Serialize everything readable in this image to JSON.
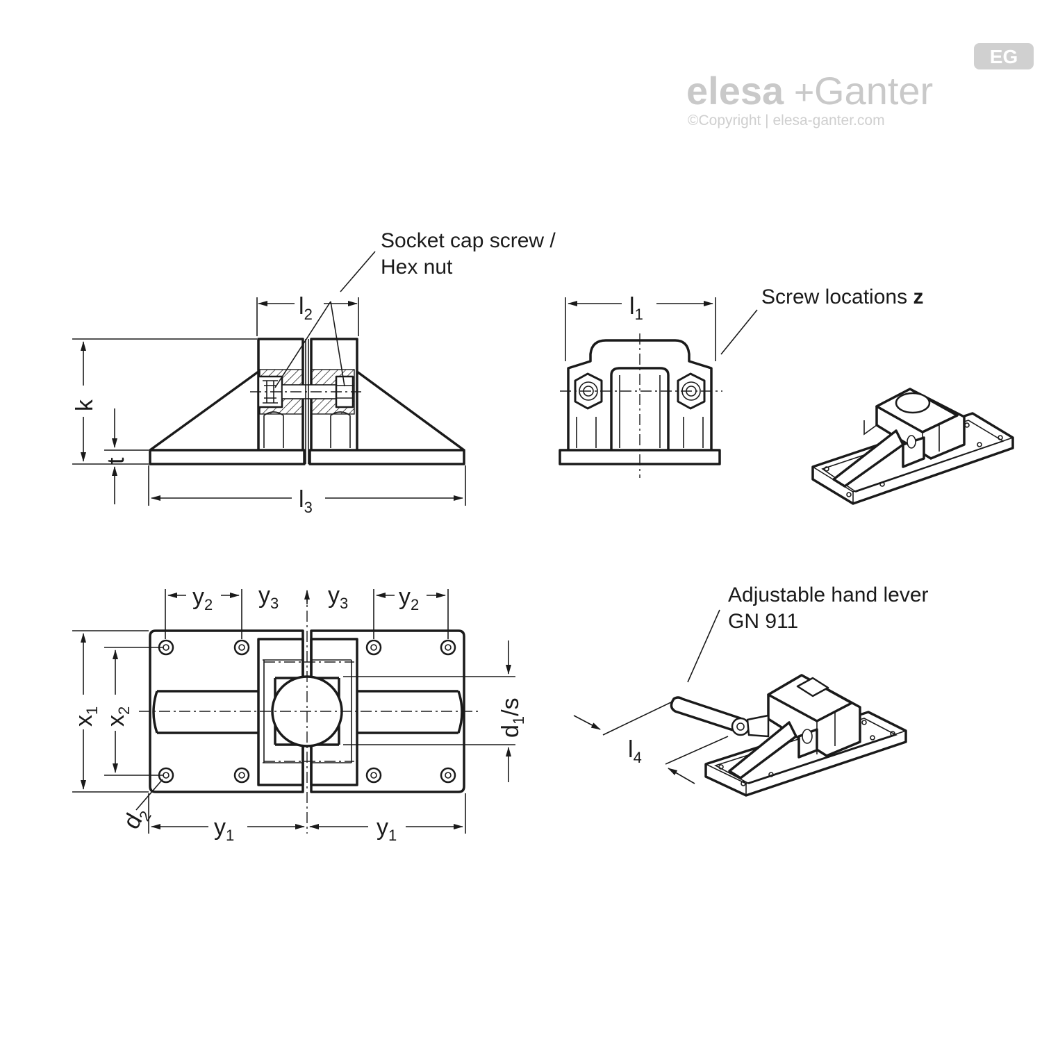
{
  "logo": {
    "brand_left": "elesa",
    "plus": "+",
    "brand_right": "Ganter",
    "badge": "EG",
    "copyright": "©Copyright | elesa-ganter.com"
  },
  "callouts": {
    "socket_line1": "Socket cap screw /",
    "socket_line2": "Hex nut",
    "screw_locations": "Screw locations ",
    "screw_locations_var": "z",
    "lever_line1": "Adjustable hand lever",
    "lever_line2": "GN 911"
  },
  "dimensions": {
    "l2": {
      "base": "l",
      "sub": "2"
    },
    "l1": {
      "base": "l",
      "sub": "1"
    },
    "l3": {
      "base": "l",
      "sub": "3"
    },
    "l4": {
      "base": "l",
      "sub": "4"
    },
    "k": {
      "base": "k",
      "sub": ""
    },
    "t": {
      "base": "t",
      "sub": ""
    },
    "x1": {
      "base": "x",
      "sub": "1"
    },
    "x2": {
      "base": "x",
      "sub": "2"
    },
    "y1": {
      "base": "y",
      "sub": "1"
    },
    "y2": {
      "base": "y",
      "sub": "2"
    },
    "y3": {
      "base": "y",
      "sub": "3"
    },
    "d2": {
      "base": "d",
      "sub": "2"
    },
    "d1s": {
      "base": "d",
      "sub": "1",
      "suffix": "/s"
    }
  }
}
